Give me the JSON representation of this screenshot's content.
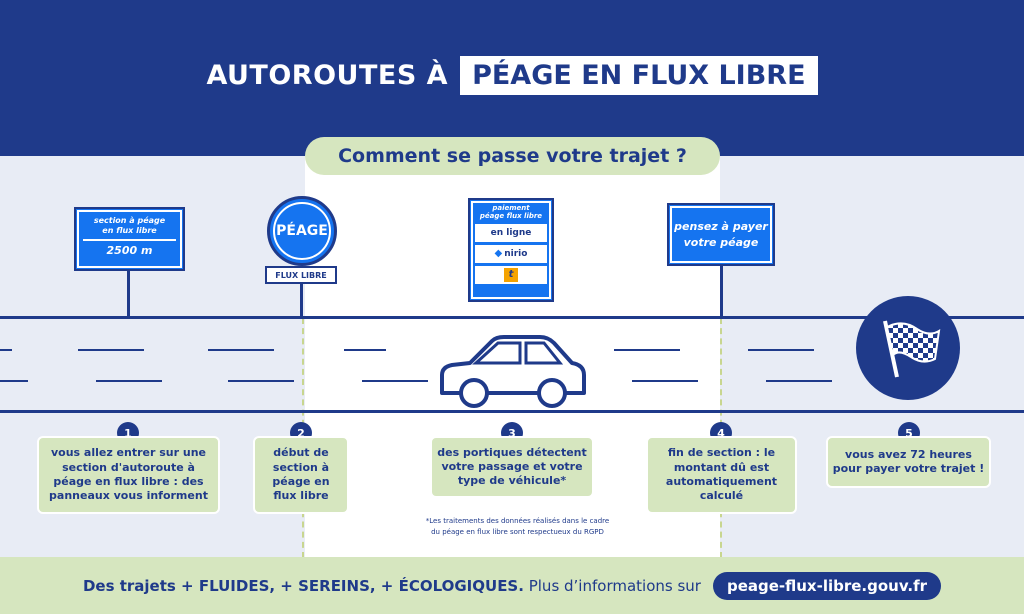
{
  "header": {
    "title_left": "AUTOROUTES À",
    "title_right": "PÉAGE EN FLUX LIBRE",
    "question": "Comment se passe votre trajet ?"
  },
  "signs": {
    "sign1_line1": "section à péage",
    "sign1_line2": "en flux libre",
    "sign1_distance": "2500 m",
    "peage_circle": "PÉAGE",
    "flux_plate": "FLUX LIBRE",
    "pay_title1": "paiement",
    "pay_title2": "péage flux libre",
    "pay_option1": "en ligne",
    "pay_option2": "nirio",
    "sign4_line1": "pensez à payer",
    "sign4_line2": "votre péage"
  },
  "steps": [
    {
      "num": "1",
      "text": "vous allez entrer sur une section d'autoroute à péage en flux libre : des panneaux vous informent"
    },
    {
      "num": "2",
      "text": "début de section à péage en flux libre"
    },
    {
      "num": "3",
      "text": "des portiques détectent votre passage et votre type de véhicule*"
    },
    {
      "num": "4",
      "text": "fin de section : le montant dû est automatiquement calculé"
    },
    {
      "num": "5",
      "text": "vous avez 72 heures pour payer votre trajet !"
    }
  ],
  "footnote": {
    "line1": "*Les traitements des données réalisés dans le cadre",
    "line2": "du péage en flux libre sont respectueux du RGPD"
  },
  "footer": {
    "bold_text": "Des trajets + FLUIDES, + SEREINS, + ÉCOLOGIQUES.",
    "normal_text": "Plus d’informations sur",
    "url": "peage-flux-libre.gouv.fr"
  },
  "colors": {
    "navy": "#1f3a8a",
    "sign_blue": "#1574f0",
    "green": "#d6e6bf",
    "background": "#e8ecf5"
  },
  "icons": [
    "car-icon",
    "checkered-flag-icon",
    "nirio-logo-icon",
    "t-logo-icon"
  ]
}
